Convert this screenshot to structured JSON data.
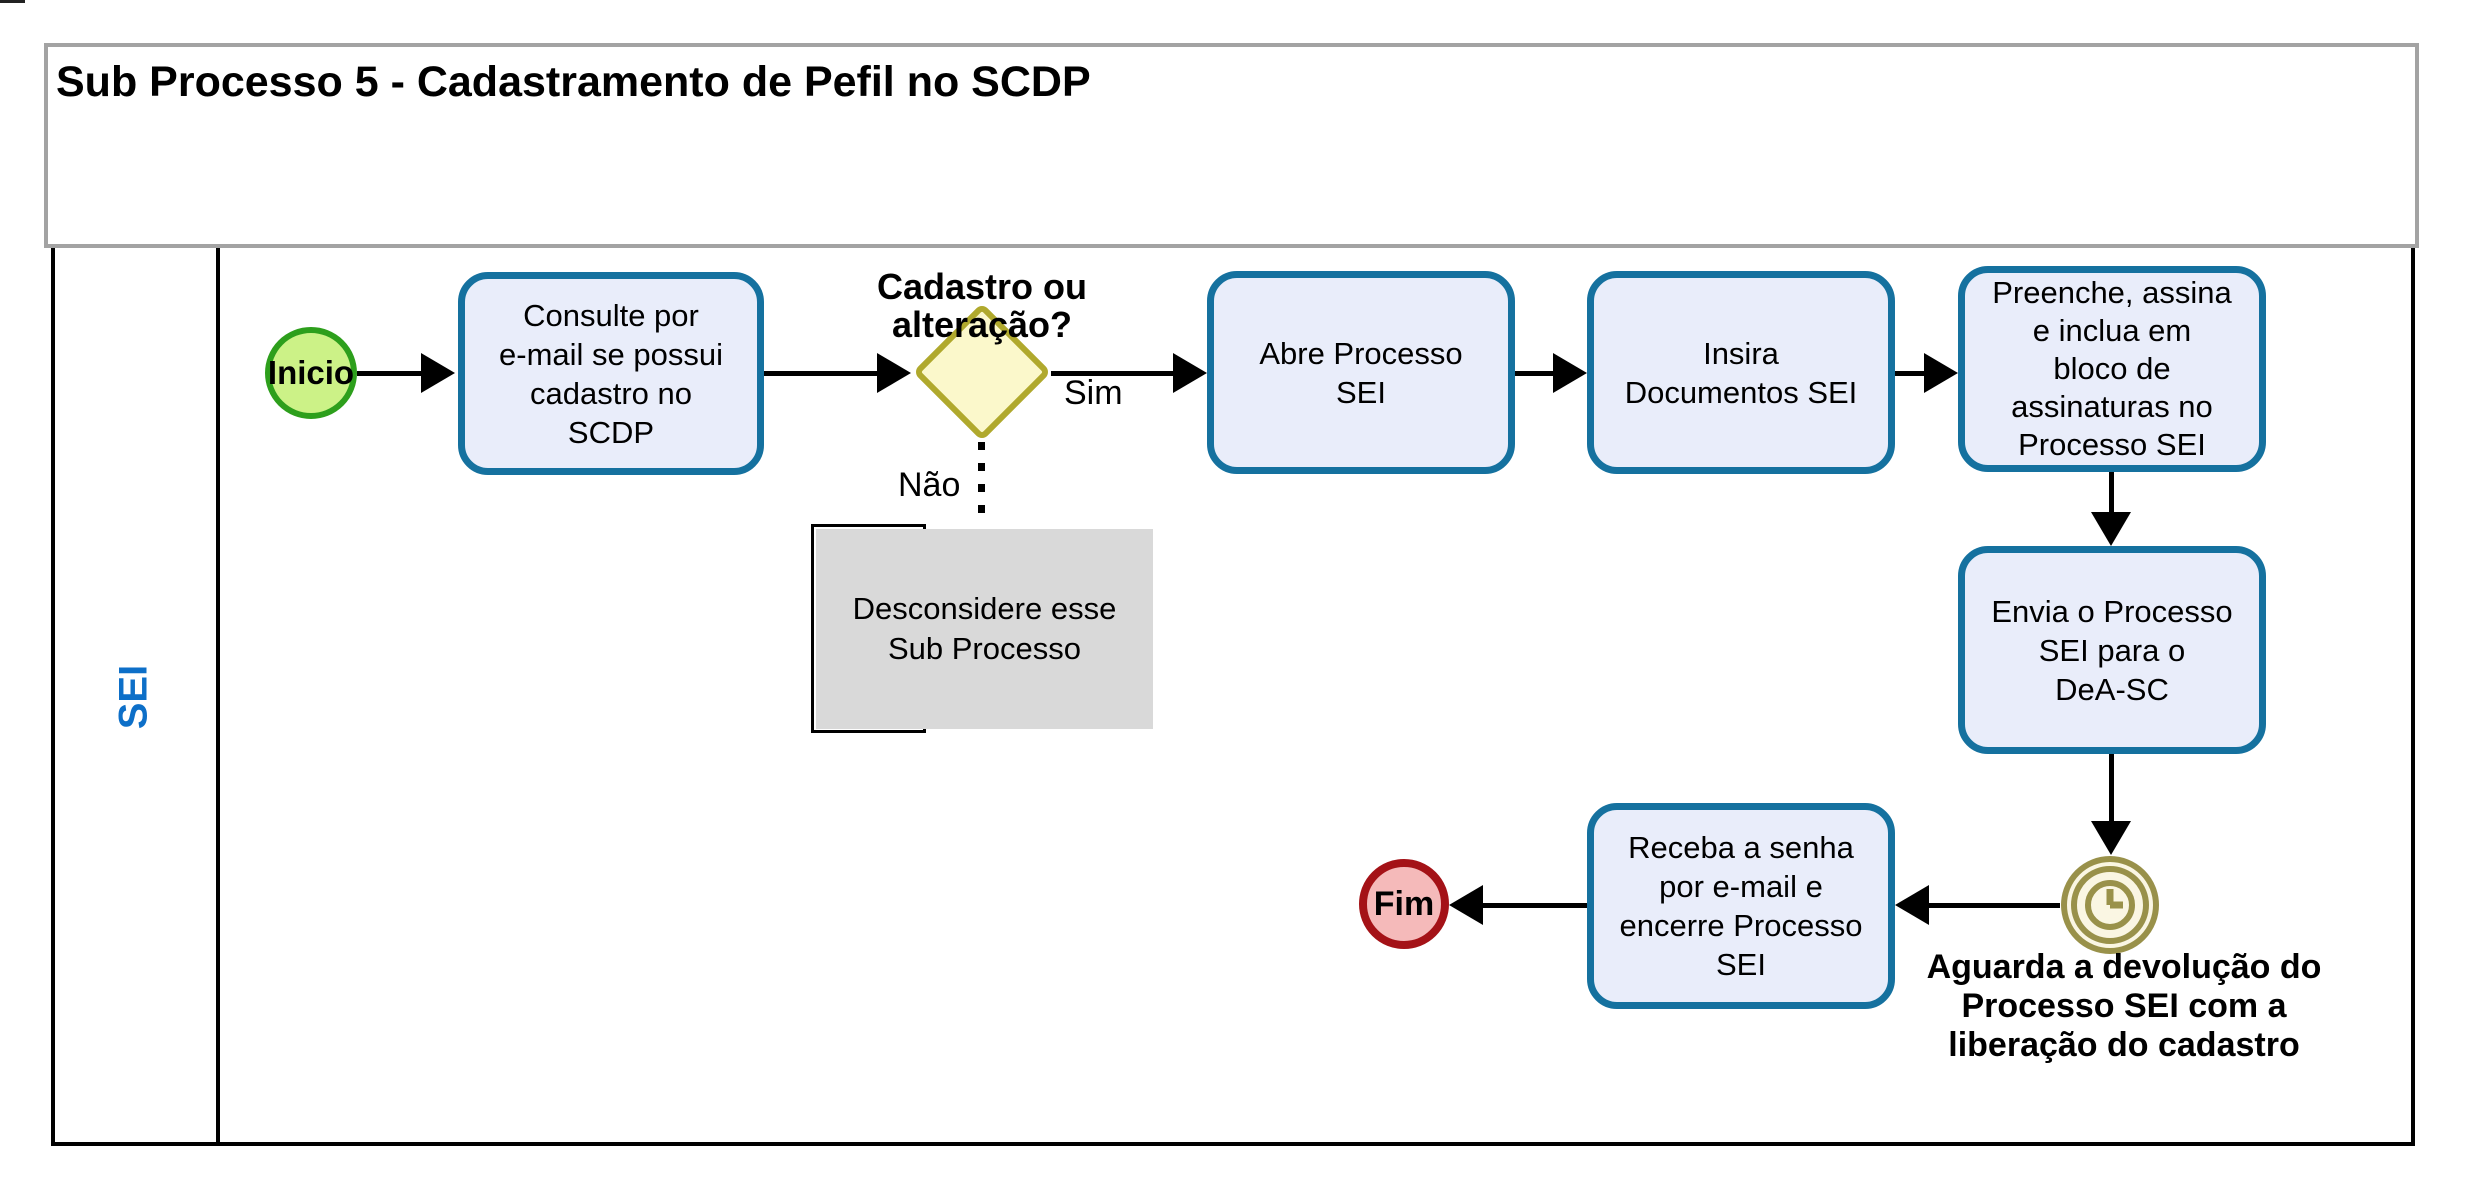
{
  "title": "Sub Processo 5 - Cadastramento de Pefil no SCDP",
  "lane": {
    "label": "SEI"
  },
  "nodes": {
    "start": {
      "label": "Inicio"
    },
    "task_consulte": {
      "label": "Consulte por\ne-mail se possui\ncadastro no\nSCDP"
    },
    "gateway": {
      "question": "Cadastro ou\nalteração?",
      "yes_label": "Sim",
      "no_label": "Não"
    },
    "note_desconsidere": {
      "label": "Desconsidere esse\nSub Processo"
    },
    "task_abre": {
      "label": "Abre Processo\nSEI"
    },
    "task_insira": {
      "label": "Insira\nDocumentos SEI"
    },
    "task_preenche": {
      "label": "Preenche, assina\ne inclua em\nbloco de\nassinaturas no\nProcesso SEI"
    },
    "task_envia": {
      "label": "Envia o Processo\nSEI para o\nDeA-SC"
    },
    "timer": {
      "label": "Aguarda a devolução do\nProcesso SEI com a\nliberação do cadastro",
      "icon": "clock-icon"
    },
    "task_receba": {
      "label": "Receba a senha\npor e-mail e\nencerre Processo\nSEI"
    },
    "end": {
      "label": "Fim"
    }
  },
  "colors": {
    "task_fill": "#e9edfa",
    "task_border": "#15719f",
    "gateway_fill": "#fbf8cb",
    "gateway_border": "#b0a92d",
    "start_fill": "#ccf287",
    "start_border": "#2d9f1c",
    "end_fill": "#f5baba",
    "end_border": "#a41217",
    "timer_stroke": "#99914a",
    "timer_fill": "#faf6e3",
    "note_fill": "#d9d9d9",
    "lane_label_color": "#0d6fc8",
    "frame_border": "#a3a3a3",
    "connector": "#000000"
  }
}
